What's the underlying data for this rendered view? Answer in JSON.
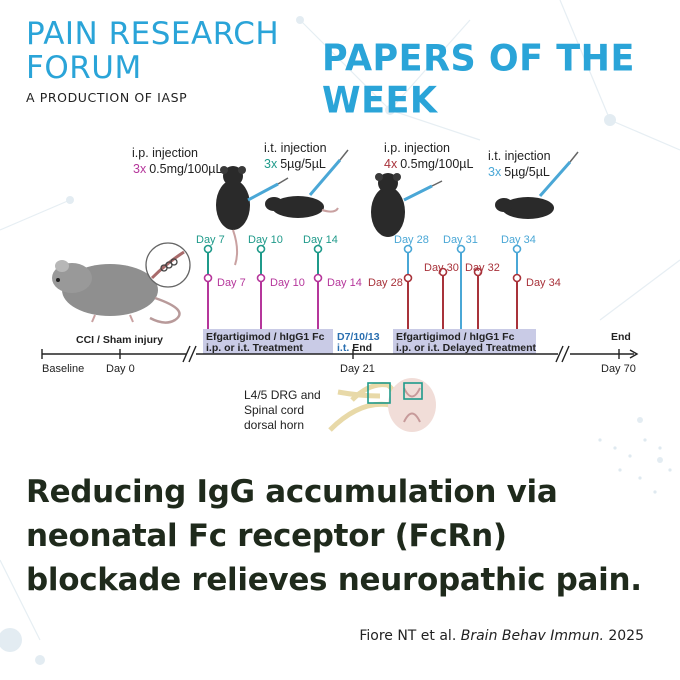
{
  "brand": {
    "line1": "PAIN RESEARCH",
    "line2": "FORUM",
    "tagline": "A PRODUCTION OF IASP",
    "section": "PAPERS OF THE WEEK"
  },
  "diagram": {
    "inj1": {
      "route": "i.p. injection",
      "count": "3x",
      "dose": "0.5mg/100µL"
    },
    "inj2": {
      "route": "i.t. injection",
      "count": "3x",
      "dose": "5µg/5µL"
    },
    "inj3": {
      "route": "i.p. injection",
      "count": "4x",
      "dose": "0.5mg/100µL"
    },
    "inj4": {
      "route": "i.t. injection",
      "count": "3x",
      "dose": "5µg/5µL"
    },
    "markers_top": [
      "Day 7",
      "Day 10",
      "Day 14",
      "Day 28",
      "Day 31",
      "Day 34"
    ],
    "markers_lower": [
      "Day 7",
      "Day 10",
      "Day 14",
      "Day 28",
      "Day 30",
      "Day 32",
      "Day 34"
    ],
    "surgery": "CCI / Sham injury",
    "treat1_line1": "Efgartigimod / hIgG1 Fc",
    "treat1_line2": "i.p. or i.t. Treatment",
    "end1_line1": "D7/10/13",
    "end1_line2a": "i.t.",
    "end1_line2b": "End",
    "treat2_line1": "Efgartigimod / hIgG1 Fc",
    "treat2_line2": "i.p. or i.t. Delayed Treatment",
    "end_label": "End",
    "axis": {
      "baseline": "Baseline",
      "day0": "Day 0",
      "day21": "Day 21",
      "day70": "Day 70"
    },
    "tissue": [
      "L4/5 DRG and",
      "Spinal cord",
      "dorsal horn"
    ],
    "colors": {
      "magenta": "#b5369b",
      "teal": "#1f9a8a",
      "red": "#a8323a",
      "lightblue": "#4aa7d6",
      "box": "#c9cbe6"
    }
  },
  "headline": "Reducing IgG accumulation via neonatal Fc receptor (FcRn) blockade relieves neuropathic pain.",
  "citation": {
    "authors": "Fiore NT et al.",
    "journal": "Brain Behav Immun.",
    "year": "2025"
  }
}
